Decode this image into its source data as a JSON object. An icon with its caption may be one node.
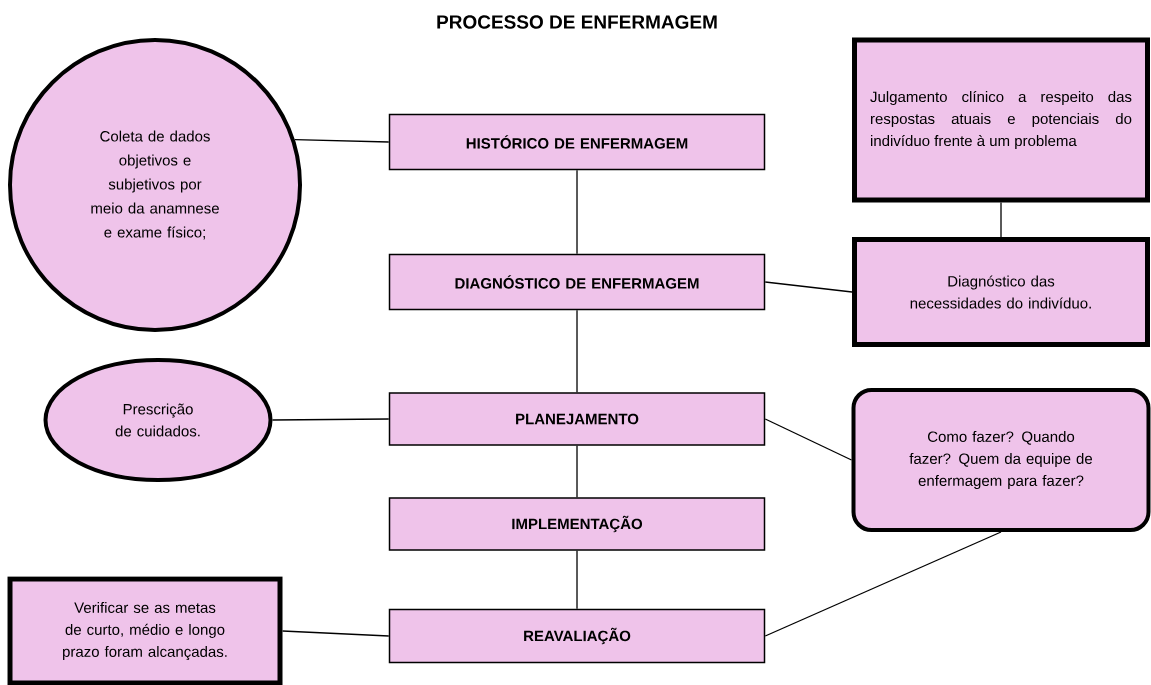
{
  "diagram": {
    "title": "PROCESSO DE ENFERMAGEM",
    "nodes": [
      {
        "text": [
          "Coleta de dados objetivos e subjetivos por meio da anamnese e exame físico;"
        ]
      },
      {
        "text": [
          "HISTÓRICO DE ENFERMAGEM"
        ]
      },
      {
        "text": [
          "Julgamento clínico a respeito das respostas atuais e potenciais do indivíduo frente à um problema"
        ]
      },
      {
        "text": [
          "DIAGNÓSTICO DE ENFERMAGEM"
        ]
      },
      {
        "text": [
          "Diagnóstico das necessidades do indivíduo."
        ]
      },
      {
        "text": [
          "Prescrição de cuidados."
        ]
      },
      {
        "text": [
          "PLANEJAMENTO"
        ]
      },
      {
        "text": [
          "Como fazer? Quando fazer? Quem da equipe de enfermagem para fazer?"
        ]
      },
      {
        "text": [
          "IMPLEMENTAÇÃO"
        ]
      },
      {
        "text": [
          "Verificar se as metas de curto, médio e longo prazo foram alcançadas."
        ]
      },
      {
        "text": [
          "REAVALIAÇÃO"
        ]
      }
    ],
    "edges": [
      {
        "from": 0,
        "to": 1,
        "arrow": "none"
      },
      {
        "from": 1,
        "to": 3,
        "arrow": "none"
      },
      {
        "from": 2,
        "to": 4,
        "arrow": "none"
      },
      {
        "from": 3,
        "to": 4,
        "arrow": "none"
      },
      {
        "from": 3,
        "to": 6,
        "arrow": "none"
      },
      {
        "from": 5,
        "to": 6,
        "arrow": "none"
      },
      {
        "from": 6,
        "to": 7,
        "arrow": "none"
      },
      {
        "from": 6,
        "to": 8,
        "arrow": "none"
      },
      {
        "from": 8,
        "to": 10,
        "arrow": "none"
      },
      {
        "from": 9,
        "to": 10,
        "arrow": "none"
      },
      {
        "from": 7,
        "to": 10,
        "arrow": "none"
      }
    ]
  }
}
